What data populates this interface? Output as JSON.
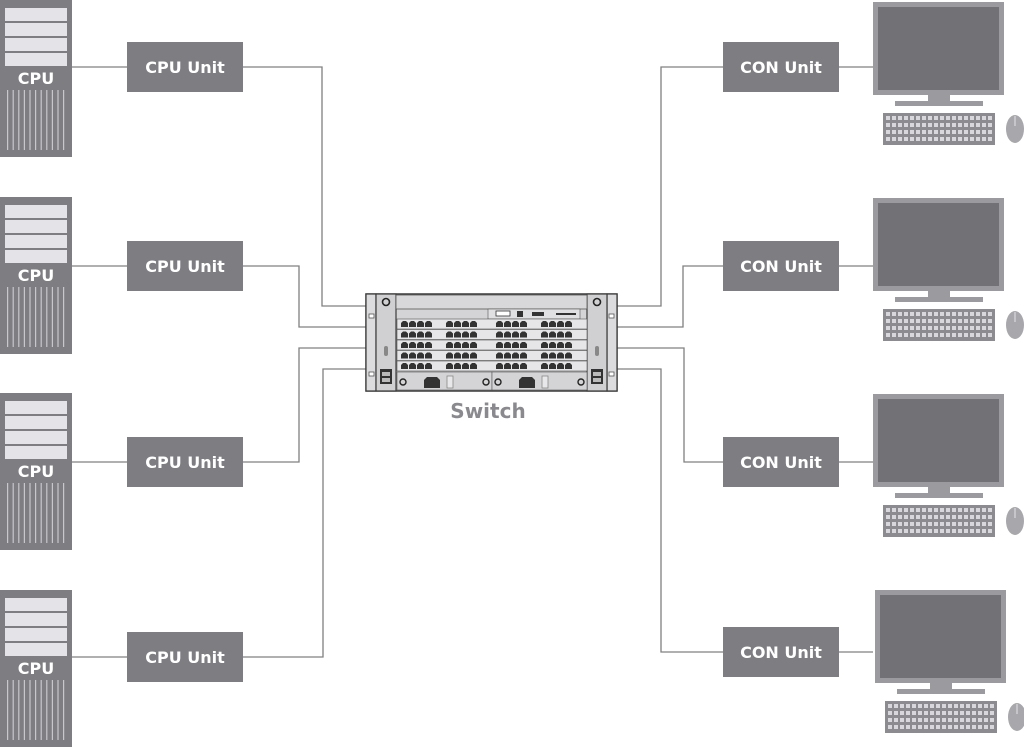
{
  "diagram": {
    "title": "KVM matrix switch topology",
    "colors": {
      "unit_fill": "#7d7d82",
      "line": "#808080",
      "cpu_body": "#7d7d82",
      "cpu_drive": "#e4e4e8",
      "monitor_frame": "#9a9a9f",
      "monitor_screen": "#727276",
      "switch_body": "#d4d4d6",
      "switch_outline": "#3a3a3a",
      "label_text": "#ffffff",
      "switch_label": "#8a8a8e"
    },
    "switch": {
      "label": "Switch"
    },
    "cpus": [
      {
        "label": "CPU",
        "unit_label": "CPU Unit"
      },
      {
        "label": "CPU",
        "unit_label": "CPU Unit"
      },
      {
        "label": "CPU",
        "unit_label": "CPU Unit"
      },
      {
        "label": "CPU",
        "unit_label": "CPU Unit"
      }
    ],
    "consoles": [
      {
        "unit_label": "CON Unit"
      },
      {
        "unit_label": "CON Unit"
      },
      {
        "unit_label": "CON Unit"
      },
      {
        "unit_label": "CON Unit"
      }
    ]
  }
}
